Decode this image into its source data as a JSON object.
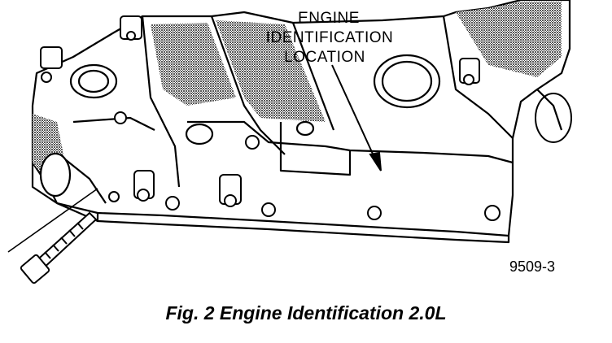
{
  "callout": {
    "lines": [
      "ENGINE",
      "IDENTIFICATION",
      "LOCATION"
    ]
  },
  "part_number": "9509-3",
  "caption": "Fig. 2 Engine Identification 2.0L",
  "colors": {
    "ink": "#000000",
    "shading": "#555555",
    "background": "#ffffff"
  }
}
